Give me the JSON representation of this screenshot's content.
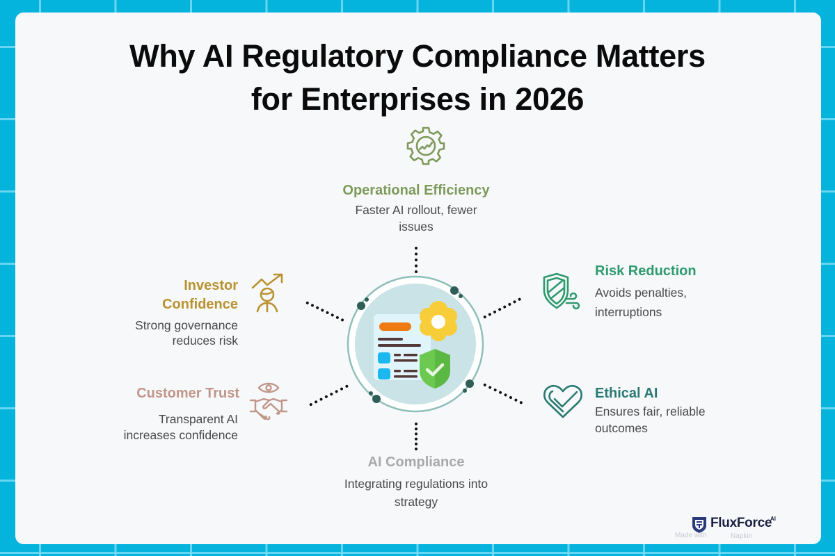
{
  "title": {
    "line1": "Why AI Regulatory Compliance Matters",
    "line2": "for Enterprises in 2026"
  },
  "colors": {
    "background": "#04b4dc",
    "card": "#f7f8fa",
    "operational_efficiency": "#7d9a5a",
    "risk_reduction": "#2e9a6e",
    "ethical_ai": "#2a7a73",
    "investor_confidence": "#b8922e",
    "customer_trust": "#c0968a",
    "ai_compliance": "#a9a9a9",
    "hub_fill": "#c9e3e6",
    "hub_ring": "#8fbfb8",
    "hub_dots": "#2f5d57"
  },
  "center": {
    "icon": "compliance-document-shield-gear-icon"
  },
  "items": {
    "operational_efficiency": {
      "icon": "gear-trend-icon",
      "heading": "Operational Efficiency",
      "desc_line1": "Faster AI rollout, fewer",
      "desc_line2": "issues"
    },
    "risk_reduction": {
      "icon": "shield-wind-icon",
      "heading": "Risk Reduction",
      "desc_line1": "Avoids penalties,",
      "desc_line2": "interruptions"
    },
    "ethical_ai": {
      "icon": "heart-check-icon",
      "heading": "Ethical AI",
      "desc_line1": "Ensures fair, reliable",
      "desc_line2": "outcomes"
    },
    "investor_confidence": {
      "icon": "person-growth-arrow-icon",
      "heading_line1": "Investor",
      "heading_line2": "Confidence",
      "desc_line1": "Strong governance",
      "desc_line2": "reduces risk"
    },
    "customer_trust": {
      "icon": "eye-handshake-icon",
      "heading": "Customer Trust",
      "desc_line1": "Transparent AI",
      "desc_line2": "increases confidence"
    },
    "ai_compliance": {
      "heading": "AI Compliance",
      "desc_line1": "Integrating regulations into",
      "desc_line2": "strategy"
    }
  },
  "branding": {
    "logo_icon": "fluxforce-shield-logo-icon",
    "name": "FluxForce",
    "sup": "AI",
    "made_with": "Made with",
    "napkin": "Napkin"
  }
}
